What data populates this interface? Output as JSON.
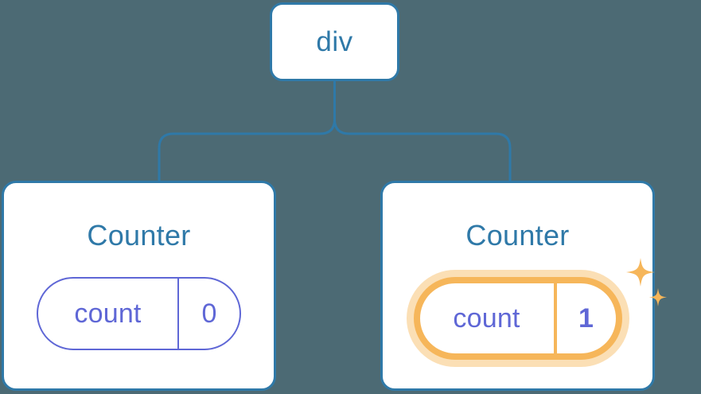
{
  "diagram": {
    "type": "component-tree",
    "background_color": "#4c6a74",
    "accent_color": "#2f79a8",
    "state_color": "#5f67d6",
    "highlight_color": "#f6b65a",
    "highlight_glow_color": "#fbdfb5",
    "root": {
      "label": "div"
    },
    "children": [
      {
        "title": "Counter",
        "state": {
          "key": "count",
          "value": "0"
        },
        "highlighted": false
      },
      {
        "title": "Counter",
        "state": {
          "key": "count",
          "value": "1"
        },
        "highlighted": true,
        "sparkle_icons": [
          "sparkle-large-icon",
          "sparkle-small-icon"
        ]
      }
    ]
  }
}
